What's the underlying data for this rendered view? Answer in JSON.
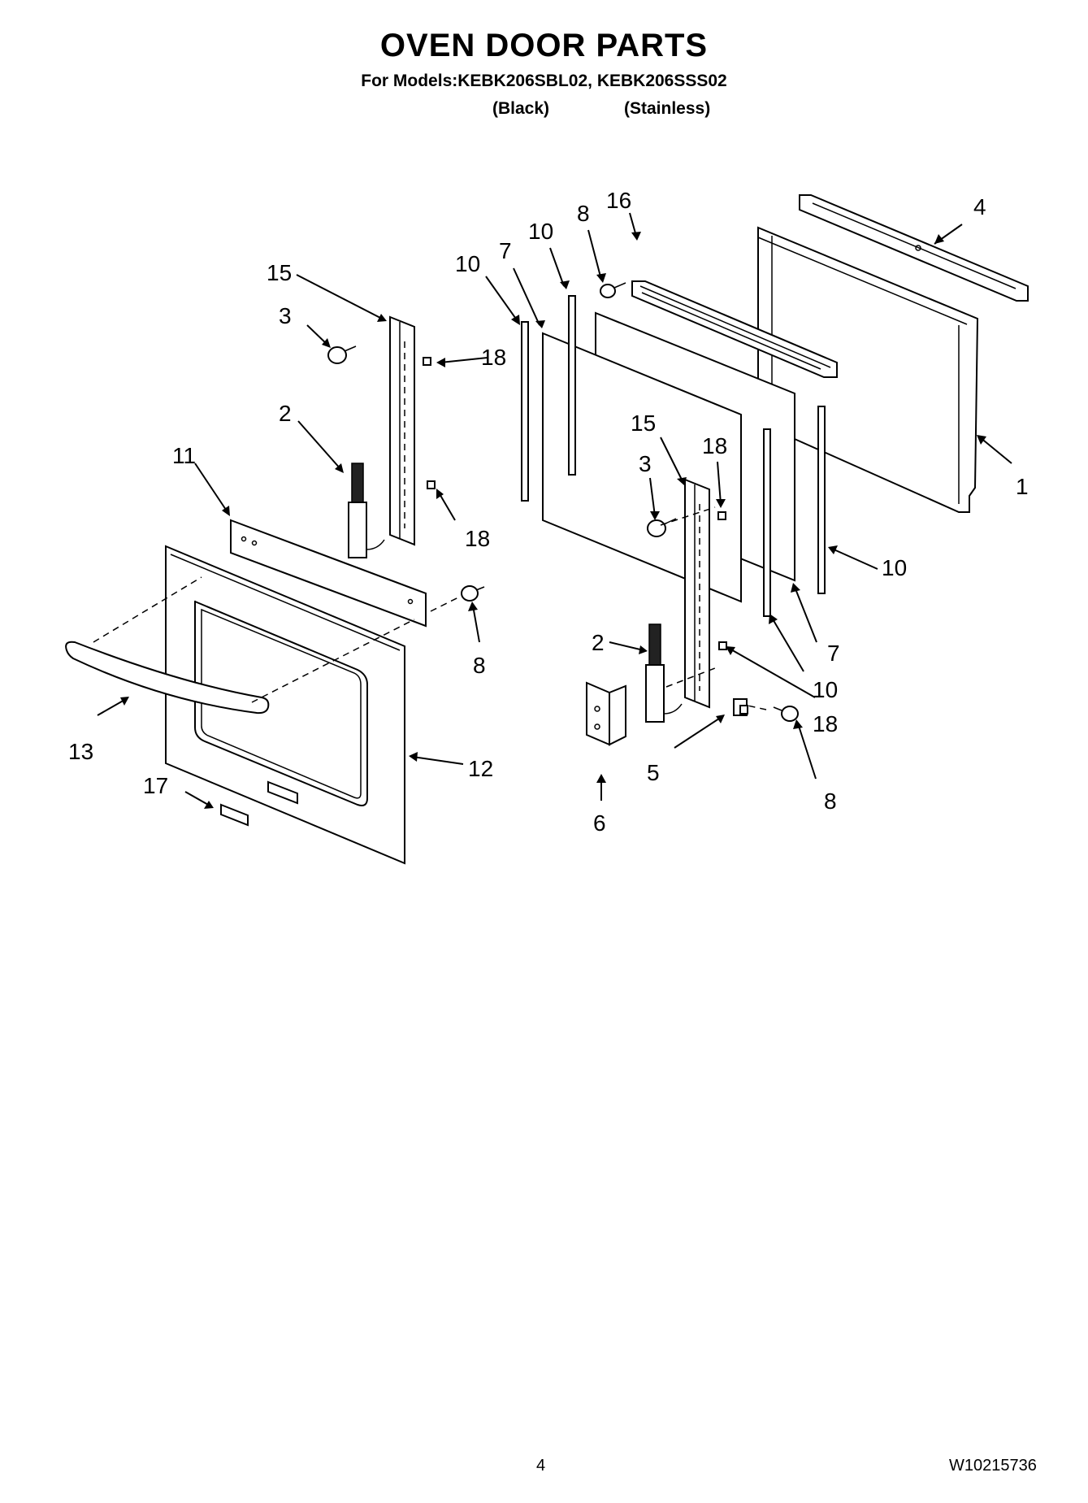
{
  "header": {
    "title": "OVEN DOOR PARTS",
    "subtitle": "For Models:KEBK206SBL02, KEBK206SSS02",
    "variants": [
      "(Black)",
      "(Stainless)"
    ]
  },
  "callouts": [
    {
      "id": "c-4",
      "label": "4"
    },
    {
      "id": "c-16",
      "label": "16"
    },
    {
      "id": "c-8-top",
      "label": "8"
    },
    {
      "id": "c-10-top-left",
      "label": "10"
    },
    {
      "id": "c-10-top-mid",
      "label": "10"
    },
    {
      "id": "c-7-top",
      "label": "7"
    },
    {
      "id": "c-15-left",
      "label": "15"
    },
    {
      "id": "c-3-left",
      "label": "3"
    },
    {
      "id": "c-18-left-top",
      "label": "18"
    },
    {
      "id": "c-2-left",
      "label": "2"
    },
    {
      "id": "c-11",
      "label": "11"
    },
    {
      "id": "c-18-left-bottom",
      "label": "18"
    },
    {
      "id": "c-8-mid",
      "label": "8"
    },
    {
      "id": "c-13",
      "label": "13"
    },
    {
      "id": "c-12",
      "label": "12"
    },
    {
      "id": "c-17",
      "label": "17"
    },
    {
      "id": "c-1",
      "label": "1"
    },
    {
      "id": "c-15-right",
      "label": "15"
    },
    {
      "id": "c-18-right-top",
      "label": "18"
    },
    {
      "id": "c-3-right",
      "label": "3"
    },
    {
      "id": "c-10-right",
      "label": "10"
    },
    {
      "id": "c-7-right",
      "label": "7"
    },
    {
      "id": "c-2-right",
      "label": "2"
    },
    {
      "id": "c-10-bottom",
      "label": "10"
    },
    {
      "id": "c-18-right-bottom",
      "label": "18"
    },
    {
      "id": "c-5",
      "label": "5"
    },
    {
      "id": "c-8-right",
      "label": "8"
    },
    {
      "id": "c-6",
      "label": "6"
    }
  ],
  "footer": {
    "page_number": "4",
    "doc_number": "W10215736"
  }
}
